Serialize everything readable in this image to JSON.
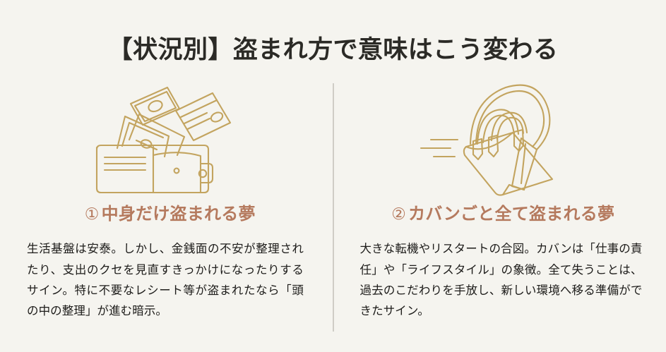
{
  "page": {
    "title": "【状況別】盗まれ方で意味はこう変わる",
    "background_color": "#f5f4ef",
    "title_color": "#2b2a26",
    "accent_color": "#b57a5e",
    "illustration_color": "#c3a45f",
    "divider_color": "#cfcdc6"
  },
  "columns": [
    {
      "number": "①",
      "heading": "中身だけ盗まれる夢",
      "illustration_name": "wallet-with-cash-and-card-icon",
      "body": "生活基盤は安泰。しかし、金銭面の不安が整理されたり、支出のクセを見直すきっかけになったりするサイン。特に不要なレシート等が盗まれたなら「頭の中の整理」が進む暗示。"
    },
    {
      "number": "②",
      "heading": "カバンごと全て盗まれる夢",
      "illustration_name": "handbag-snatched-icon",
      "body": "大きな転機やリスタートの合図。カバンは「仕事の責任」や「ライフスタイル」の象徴。全て失うことは、過去のこだわりを手放し、新しい環境へ移る準備ができたサイン。"
    }
  ]
}
